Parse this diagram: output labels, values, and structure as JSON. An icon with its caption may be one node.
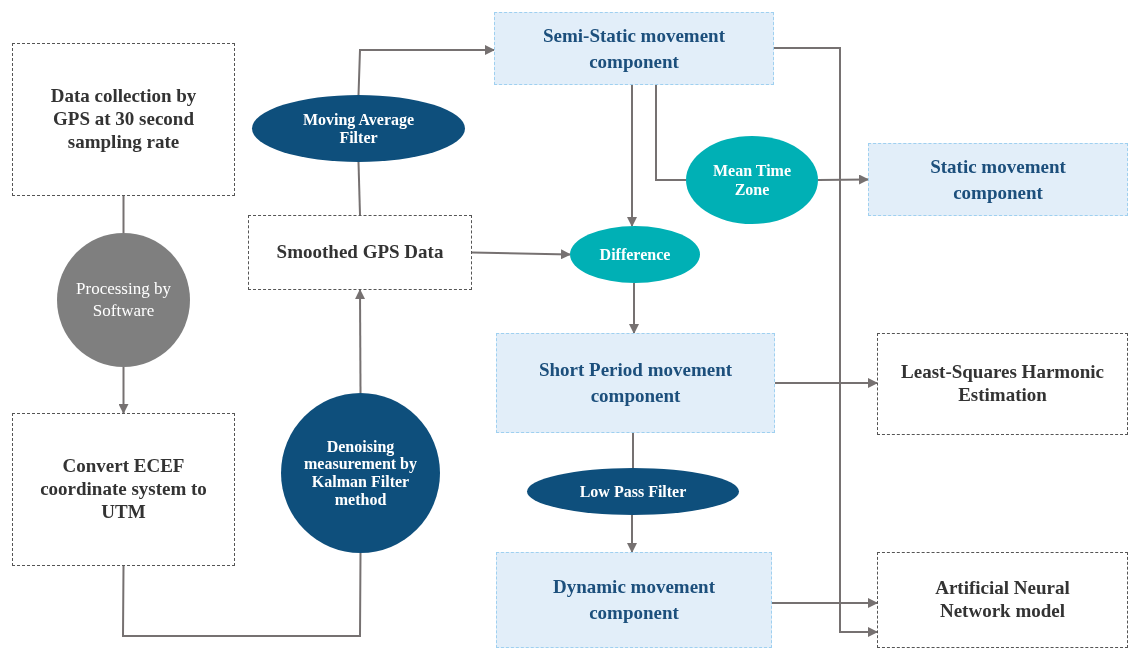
{
  "diagram": {
    "nodes": [
      {
        "text": [
          "Data collection by GPS at  30 second sampling rate"
        ]
      },
      {
        "text": [
          "Processing by Software"
        ]
      },
      {
        "text": [
          "Convert ECEF coordinate system to UTM"
        ]
      },
      {
        "text": [
          "Moving Average Filter"
        ]
      },
      {
        "text": [
          "Smoothed GPS Data"
        ]
      },
      {
        "text": [
          "Denoising measurement  by Kalman Filter method"
        ]
      },
      {
        "text": [
          "Semi-Static movement component"
        ]
      },
      {
        "text": [
          "Mean Time Zone"
        ]
      },
      {
        "text": [
          "Static movement component"
        ]
      },
      {
        "text": [
          "Difference"
        ]
      },
      {
        "text": [
          "Short Period movement component"
        ]
      },
      {
        "text": [
          "Least-Squares Harmonic Estimation"
        ]
      },
      {
        "text": [
          "Low Pass Filter"
        ]
      },
      {
        "text": [
          "Dynamic movement component"
        ]
      },
      {
        "text": [
          "Artificial Neural Network model"
        ]
      }
    ],
    "edges": [
      {
        "from": 0,
        "to": 1,
        "arrow": "none"
      },
      {
        "from": 1,
        "to": 2,
        "arrow": "to"
      },
      {
        "from": 2,
        "to": 5,
        "arrow": "none"
      },
      {
        "from": 5,
        "to": 4,
        "arrow": "to"
      },
      {
        "from": 4,
        "to": 3,
        "arrow": "none"
      },
      {
        "from": 3,
        "to": 6,
        "arrow": "to"
      },
      {
        "from": 4,
        "to": 9,
        "arrow": "to"
      },
      {
        "from": 6,
        "to": 9,
        "arrow": "to"
      },
      {
        "from": 6,
        "to": 7,
        "arrow": "none"
      },
      {
        "from": 7,
        "to": 8,
        "arrow": "to"
      },
      {
        "from": 9,
        "to": 10,
        "arrow": "to"
      },
      {
        "from": 6,
        "to": 14,
        "arrow": "to"
      },
      {
        "from": 10,
        "to": 11,
        "arrow": "to"
      },
      {
        "from": 10,
        "to": 12,
        "arrow": "none"
      },
      {
        "from": 12,
        "to": 13,
        "arrow": "to"
      },
      {
        "from": 13,
        "to": 14,
        "arrow": "to"
      }
    ]
  }
}
